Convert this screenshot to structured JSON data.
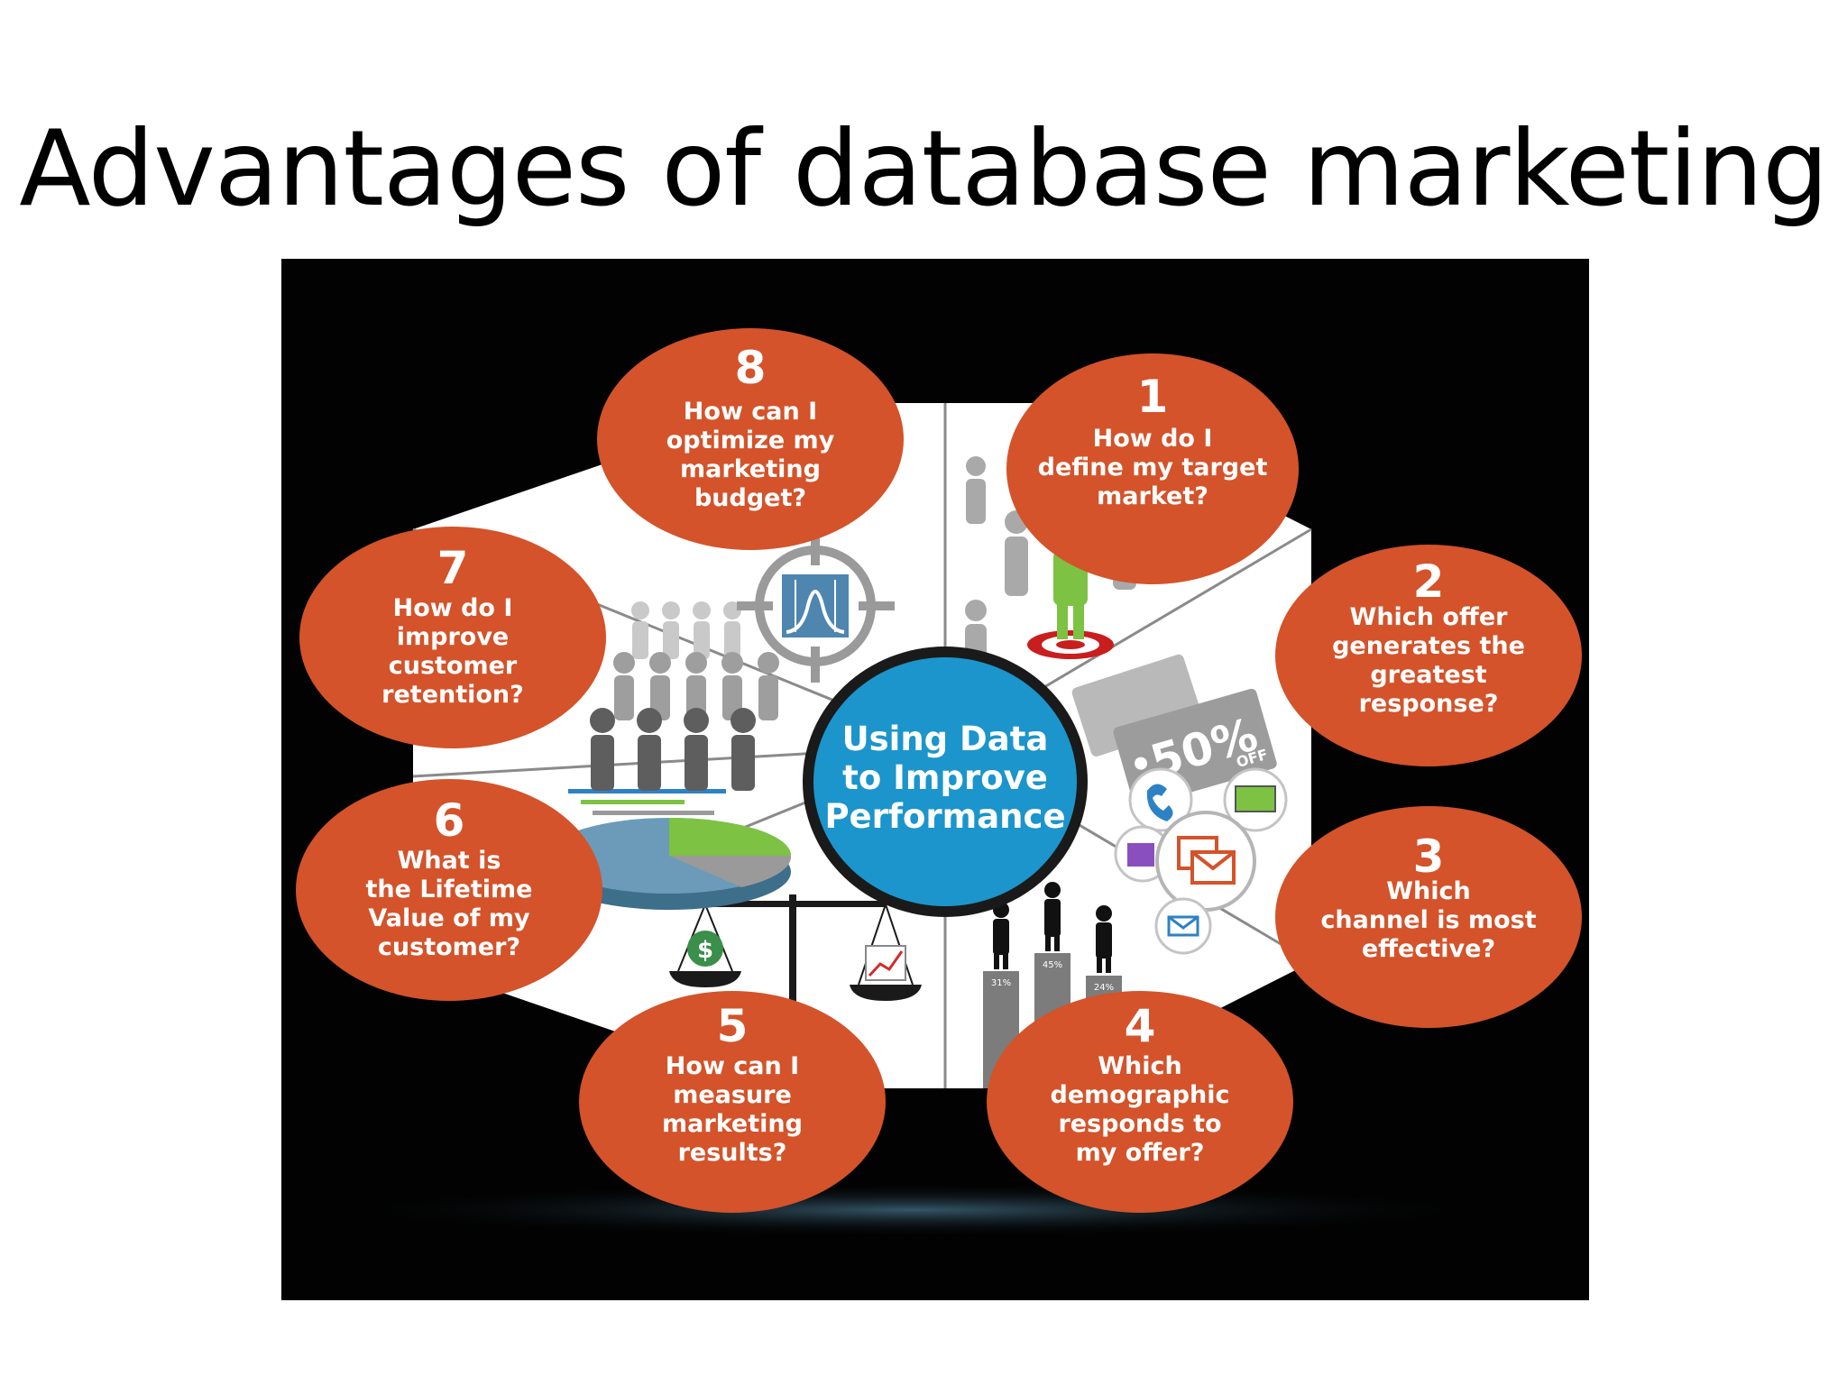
{
  "slide": {
    "title": "Advantages of database marketing"
  },
  "diagram": {
    "center": {
      "lines": [
        "Using Data",
        "to Improve",
        "Performance"
      ]
    },
    "questions": [
      {
        "num": "1",
        "lines": [
          "How do I",
          "define my target",
          "market?"
        ]
      },
      {
        "num": "2",
        "lines": [
          "Which offer",
          "generates the",
          "greatest",
          "response?"
        ]
      },
      {
        "num": "3",
        "lines": [
          "Which",
          "channel is most",
          "effective?"
        ]
      },
      {
        "num": "4",
        "lines": [
          "Which",
          "demographic",
          "responds to",
          "my offer?"
        ]
      },
      {
        "num": "5",
        "lines": [
          "How can I",
          "measure",
          "marketing",
          "results?"
        ]
      },
      {
        "num": "6",
        "lines": [
          "What is",
          "the Lifetime",
          "Value of my",
          "customer?"
        ]
      },
      {
        "num": "7",
        "lines": [
          "How do I",
          "improve",
          "customer",
          "retention?"
        ]
      },
      {
        "num": "8",
        "lines": [
          "How can I",
          "optimize my",
          "marketing",
          "budget?"
        ]
      }
    ],
    "coupon_label": "50%",
    "coupon_sub": "OFF",
    "bar_labels": [
      "31%",
      "45%",
      "24%"
    ],
    "colors": {
      "bubble": "#d4532a",
      "hub": "#1b95cc",
      "panel": "#ffffff",
      "background": "#020202"
    }
  }
}
